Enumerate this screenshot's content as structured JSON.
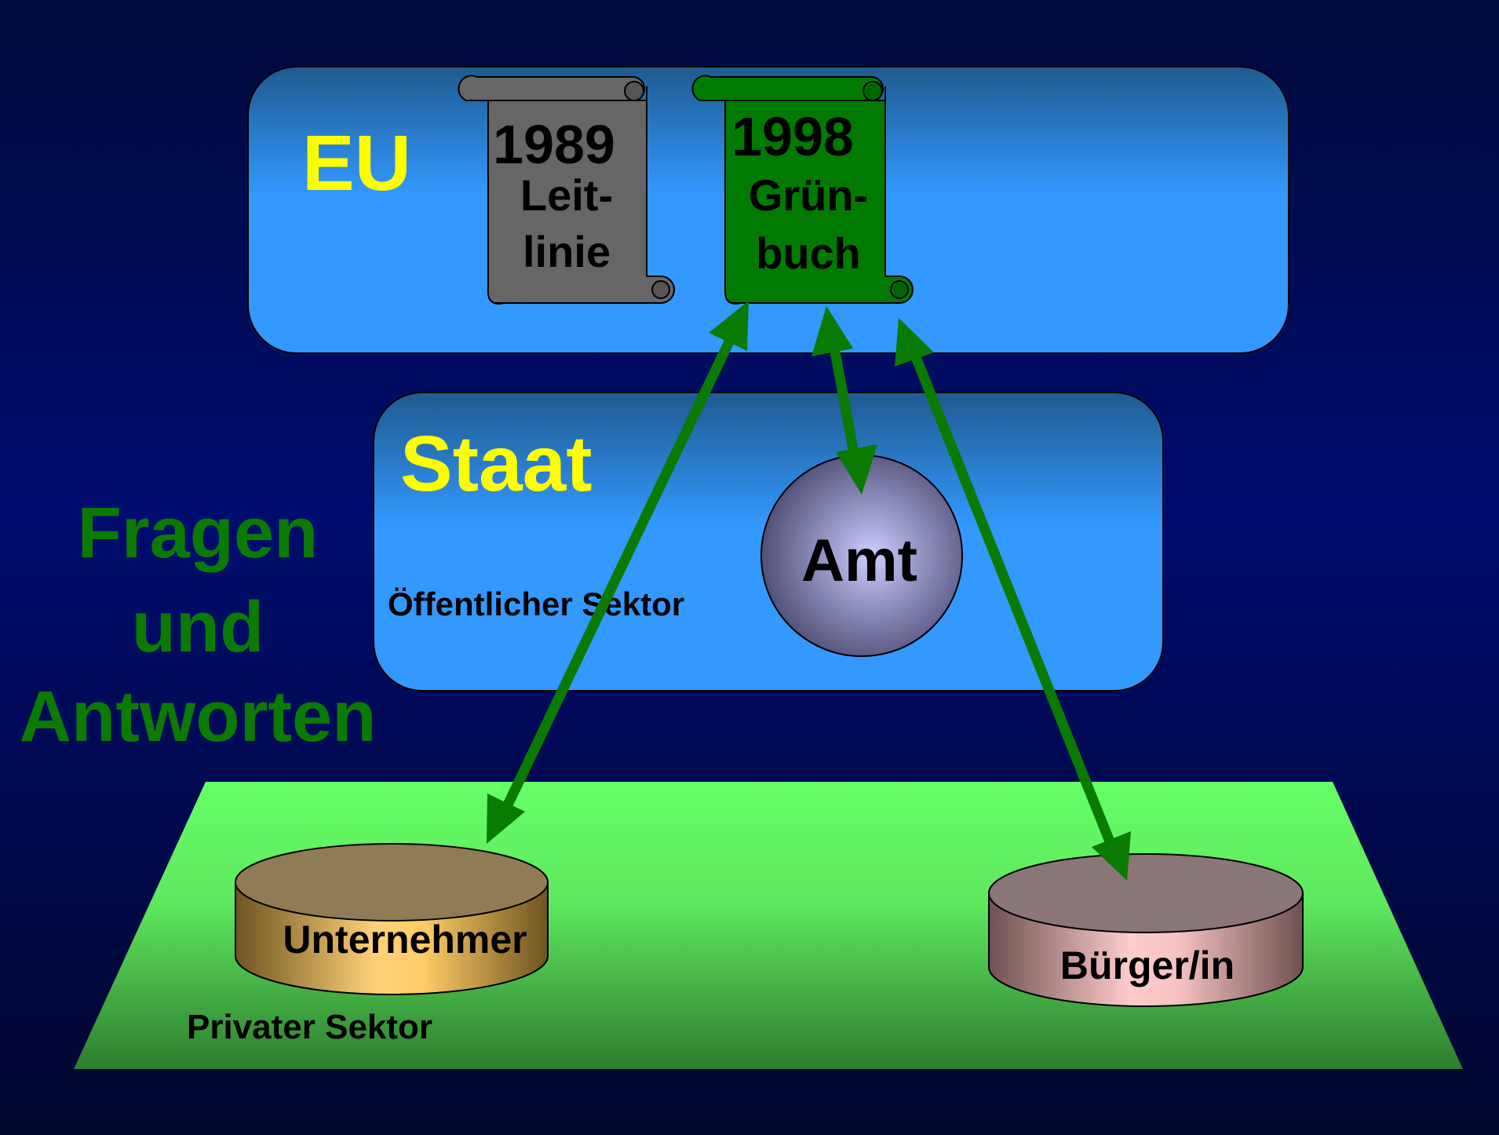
{
  "colors": {
    "background_top": "#000a3a",
    "background_mid": "#000c6e",
    "panel_blue_dark": "#1f5a8f",
    "panel_blue_light": "#3399ff",
    "yellow_text": "#ffff00",
    "green_text": "#0a7a00",
    "arrow_green": "#0a7a00",
    "ground_green_top": "#66ff66",
    "ground_green_bottom": "#2e7d2e",
    "scroll_gray": "#666666",
    "scroll_green": "#007a00"
  },
  "eu": {
    "label": "EU"
  },
  "scroll_1989": {
    "year": "1989",
    "line1": "Leit-",
    "line2": "linie"
  },
  "scroll_1998": {
    "year": "1998",
    "line1": "Grün-",
    "line2": "buch"
  },
  "staat": {
    "label": "Staat",
    "sector": "Öffentlicher Sektor"
  },
  "amt": {
    "label": "Amt"
  },
  "side_title": {
    "line1": "Fragen",
    "line2": "und",
    "line3": "Antworten"
  },
  "private": {
    "sector": "Privater Sektor",
    "unternehmer": "Unternehmer",
    "buerger": "Bürger/in"
  }
}
